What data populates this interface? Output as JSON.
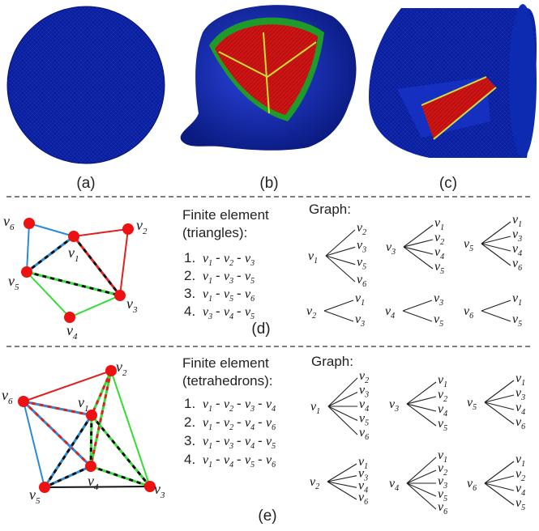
{
  "captions": {
    "a": "(a)",
    "b": "(b)",
    "c": "(c)",
    "d": "(d)",
    "e": "(e)"
  },
  "triangles": {
    "title_line1": "Finite element",
    "title_line2": "(triangles):",
    "items": [
      {
        "num": "1.",
        "v": [
          "1",
          "2",
          "3"
        ]
      },
      {
        "num": "2.",
        "v": [
          "1",
          "3",
          "5"
        ]
      },
      {
        "num": "3.",
        "v": [
          "1",
          "5",
          "6"
        ]
      },
      {
        "num": "4.",
        "v": [
          "3",
          "4",
          "5"
        ]
      }
    ],
    "graph_title": "Graph:",
    "graph": [
      {
        "node": "1",
        "nbrs": [
          "2",
          "3",
          "5",
          "6"
        ]
      },
      {
        "node": "3",
        "nbrs": [
          "1",
          "2",
          "4",
          "5"
        ]
      },
      {
        "node": "5",
        "nbrs": [
          "1",
          "3",
          "4",
          "6"
        ]
      },
      {
        "node": "2",
        "nbrs": [
          "1",
          "3"
        ]
      },
      {
        "node": "4",
        "nbrs": [
          "3",
          "5"
        ]
      },
      {
        "node": "6",
        "nbrs": [
          "1",
          "5"
        ]
      }
    ]
  },
  "tetrahedrons": {
    "title_line1": "Finite element",
    "title_line2": "(tetrahedrons):",
    "items": [
      {
        "num": "1.",
        "v": [
          "1",
          "2",
          "3",
          "4"
        ]
      },
      {
        "num": "2.",
        "v": [
          "1",
          "2",
          "4",
          "6"
        ]
      },
      {
        "num": "3.",
        "v": [
          "1",
          "3",
          "4",
          "5"
        ]
      },
      {
        "num": "4.",
        "v": [
          "1",
          "4",
          "5",
          "6"
        ]
      }
    ],
    "graph_title": "Graph:",
    "graph": [
      {
        "node": "1",
        "nbrs": [
          "2",
          "3",
          "4",
          "5",
          "6"
        ]
      },
      {
        "node": "3",
        "nbrs": [
          "1",
          "2",
          "4",
          "5"
        ]
      },
      {
        "node": "5",
        "nbrs": [
          "1",
          "3",
          "4",
          "6"
        ]
      },
      {
        "node": "2",
        "nbrs": [
          "1",
          "3",
          "4",
          "6"
        ]
      },
      {
        "node": "4",
        "nbrs": [
          "1",
          "2",
          "3",
          "5",
          "6"
        ]
      },
      {
        "node": "6",
        "nbrs": [
          "1",
          "2",
          "4",
          "5"
        ]
      }
    ]
  },
  "colors": {
    "node": "#ee1111",
    "red": "#e02020",
    "blue": "#2a8ad6",
    "green": "#33dd33",
    "black": "#111111",
    "mesh_blue": "#0a1f9e",
    "mesh_red": "#c81414"
  }
}
